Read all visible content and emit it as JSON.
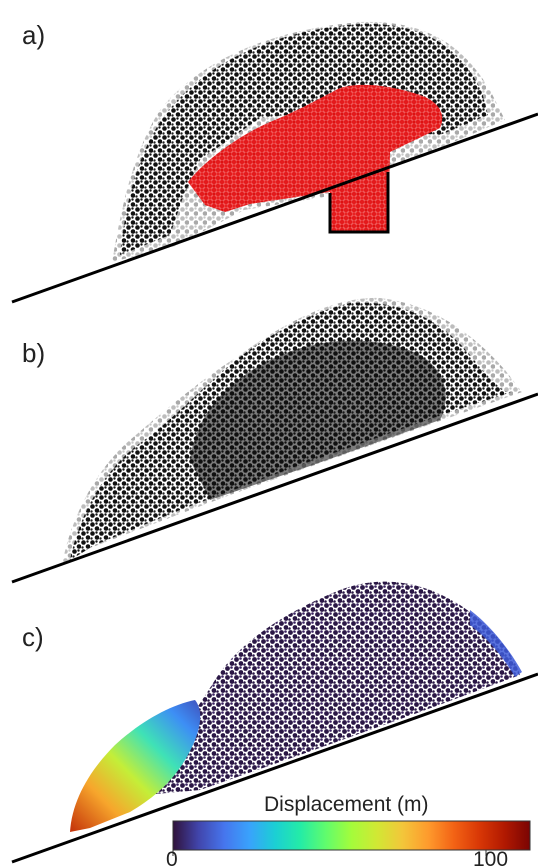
{
  "panels": [
    {
      "label": "a)"
    },
    {
      "label": "b)"
    },
    {
      "label": "c)"
    }
  ],
  "colorbar": {
    "title": "Displacement (m)",
    "min_label": "0",
    "max_label": "100",
    "stops": [
      "#30123b",
      "#4145ab",
      "#4675ed",
      "#39a2fc",
      "#1bcfd4",
      "#24eca6",
      "#61fc6c",
      "#a4fc3b",
      "#d1e834",
      "#f3c63a",
      "#fe9b2d",
      "#f36315",
      "#d93806",
      "#b11901",
      "#7a0403"
    ]
  },
  "colors": {
    "particle_black": "#111111",
    "particle_gray": "#b9b9b9",
    "particle_red": "#e41a1c",
    "particle_dark_purple": "#2a1745",
    "slope_line": "#000000"
  }
}
